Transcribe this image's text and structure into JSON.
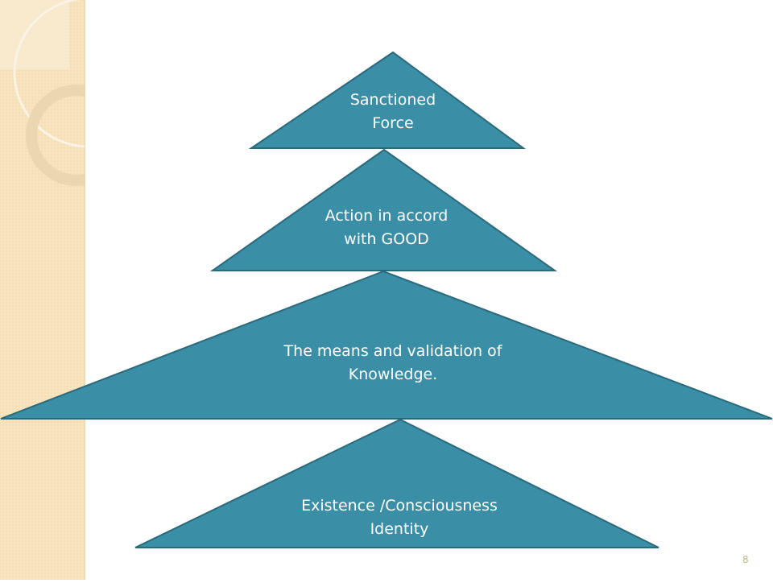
{
  "colors": {
    "fill": "#3a8ea5",
    "stroke": "#2a6a7c",
    "panel": "#f5e0b8"
  },
  "tiers": [
    {
      "line1": "Sanctioned",
      "line2": "Force"
    },
    {
      "line1": "Action in accord",
      "line2": "with GOOD"
    },
    {
      "line1": "The means and validation of",
      "line2": "Knowledge."
    },
    {
      "line1": "Existence /Consciousness",
      "line2": "Identity"
    }
  ],
  "page_number": "8"
}
